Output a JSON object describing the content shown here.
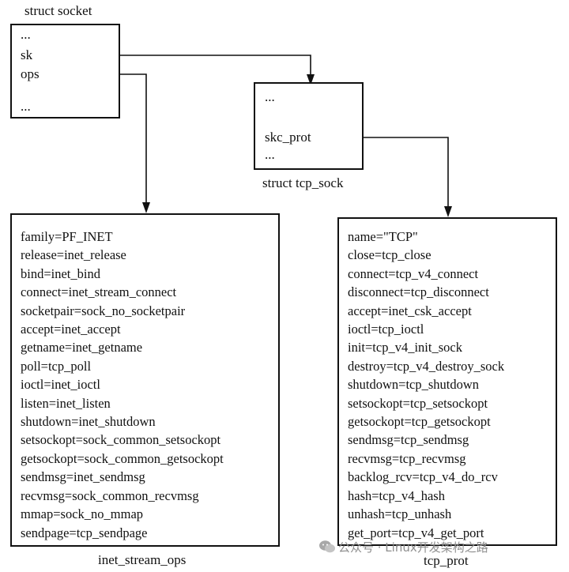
{
  "socket": {
    "title": "struct socket",
    "fields": [
      "...",
      "sk",
      "ops",
      "..."
    ]
  },
  "tcp_sock": {
    "caption": "struct tcp_sock",
    "fields": [
      "...",
      "skc_prot",
      "..."
    ]
  },
  "inet_stream_ops": {
    "caption": "inet_stream_ops",
    "entries": [
      "family=PF_INET",
      "release=inet_release",
      "bind=inet_bind",
      "connect=inet_stream_connect",
      "socketpair=sock_no_socketpair",
      "accept=inet_accept",
      "getname=inet_getname",
      "poll=tcp_poll",
      "ioctl=inet_ioctl",
      "listen=inet_listen",
      "shutdown=inet_shutdown",
      "setsockopt=sock_common_setsockopt",
      "getsockopt=sock_common_getsockopt",
      "sendmsg=inet_sendmsg",
      "recvmsg=sock_common_recvmsg",
      "mmap=sock_no_mmap",
      "sendpage=tcp_sendpage"
    ]
  },
  "tcp_prot": {
    "caption": "tcp_prot",
    "entries": [
      "name=\"TCP\"",
      "close=tcp_close",
      "connect=tcp_v4_connect",
      "disconnect=tcp_disconnect",
      "accept=inet_csk_accept",
      "ioctl=tcp_ioctl",
      "init=tcp_v4_init_sock",
      "destroy=tcp_v4_destroy_sock",
      "shutdown=tcp_shutdown",
      "setsockopt=tcp_setsockopt",
      "getsockopt=tcp_getsockopt",
      "sendmsg=tcp_sendmsg",
      "recvmsg=tcp_recvmsg",
      "backlog_rcv=tcp_v4_do_rcv",
      "hash=tcp_v4_hash",
      "unhash=tcp_unhash",
      "get_port=tcp_v4_get_port"
    ]
  },
  "watermark": {
    "text": "公众号 · Linux开发架构之路",
    "icon": "wechat-icon"
  }
}
